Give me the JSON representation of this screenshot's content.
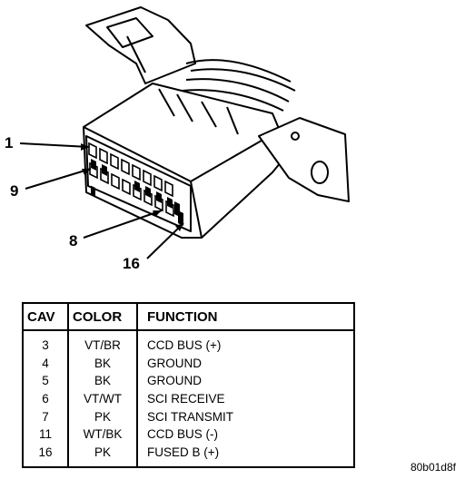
{
  "diagram": {
    "pin_labels": {
      "p1": "1",
      "p9": "9",
      "p8": "8",
      "p16": "16"
    }
  },
  "table": {
    "headers": {
      "cav": "CAV",
      "color": "COLOR",
      "function": "FUNCTION"
    },
    "rows": [
      {
        "cav": "3",
        "color": "VT/BR",
        "function": "CCD BUS (+)"
      },
      {
        "cav": "4",
        "color": "BK",
        "function": "GROUND"
      },
      {
        "cav": "5",
        "color": "BK",
        "function": "GROUND"
      },
      {
        "cav": "6",
        "color": "VT/WT",
        "function": "SCI RECEIVE"
      },
      {
        "cav": "7",
        "color": "PK",
        "function": "SCI TRANSMIT"
      },
      {
        "cav": "11",
        "color": "WT/BK",
        "function": "CCD BUS (-)"
      },
      {
        "cav": "16",
        "color": "PK",
        "function": "FUSED B (+)"
      }
    ]
  },
  "reference_code": "80b01d8f"
}
